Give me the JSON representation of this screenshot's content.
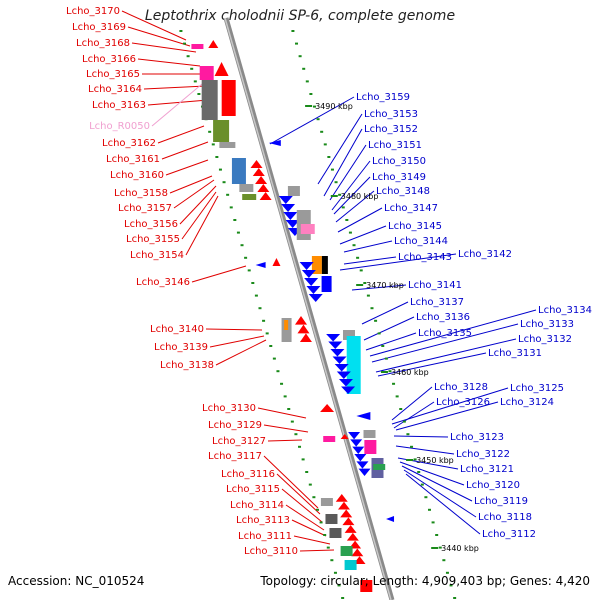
{
  "title": "Leptothrix cholodnii SP-6, complete genome",
  "accession": "Accession: NC_010524",
  "summary": "Topology: circular; Length: 4,909,403 bp; Genes: 4,420",
  "colors": {
    "left_labels": "#e00000",
    "right_labels": "#0000cc",
    "rna_label": "#f0a0d0",
    "backbone": "#8a8a8a",
    "ticks": "#1a8a1a"
  },
  "scale_labels": [
    "3490 kbp",
    "3480 kbp",
    "3470 kbp",
    "3460 kbp",
    "3450 kbp",
    "3440 kbp"
  ],
  "left_labels": [
    "Lcho_3170",
    "Lcho_3169",
    "Lcho_3168",
    "Lcho_3166",
    "Lcho_3165",
    "Lcho_3164",
    "Lcho_3163",
    "Lcho_R0050",
    "Lcho_3162",
    "Lcho_3161",
    "Lcho_3160",
    "Lcho_3158",
    "Lcho_3157",
    "Lcho_3156",
    "Lcho_3155",
    "Lcho_3154",
    "Lcho_3146",
    "Lcho_3140",
    "Lcho_3139",
    "Lcho_3138",
    "Lcho_3130",
    "Lcho_3129",
    "Lcho_3127",
    "Lcho_3117",
    "Lcho_3116",
    "Lcho_3115",
    "Lcho_3114",
    "Lcho_3113",
    "Lcho_3111",
    "Lcho_3110"
  ],
  "right_labels": [
    "Lcho_3159",
    "Lcho_3153",
    "Lcho_3152",
    "Lcho_3151",
    "Lcho_3150",
    "Lcho_3149",
    "Lcho_3148",
    "Lcho_3147",
    "Lcho_3145",
    "Lcho_3144",
    "Lcho_3143",
    "Lcho_3142",
    "Lcho_3141",
    "Lcho_3137",
    "Lcho_3136",
    "Lcho_3135",
    "Lcho_3134",
    "Lcho_3133",
    "Lcho_3132",
    "Lcho_3131",
    "Lcho_3128",
    "Lcho_3125",
    "Lcho_3126",
    "Lcho_3124",
    "Lcho_3123",
    "Lcho_3122",
    "Lcho_3121",
    "Lcho_3120",
    "Lcho_3119",
    "Lcho_3118",
    "Lcho_3112"
  ]
}
